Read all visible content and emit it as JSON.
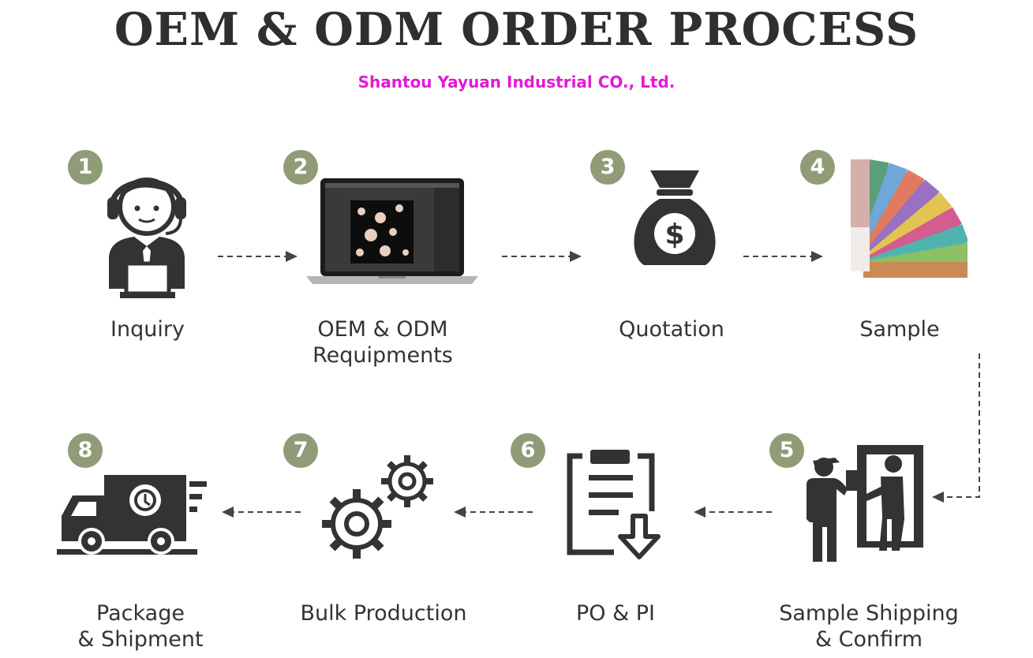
{
  "title": "OEM & ODM ORDER PROCESS",
  "subtitle": "Shantou Yayuan Industrial CO., Ltd.",
  "colors": {
    "badge": "#8f9c77",
    "subtitle": "#e21ad6",
    "icon": "#333333"
  },
  "steps": [
    {
      "number": "1",
      "label_lines": [
        "Inquiry"
      ],
      "icon": "customer-service-headset-icon"
    },
    {
      "number": "2",
      "label_lines": [
        "OEM & ODM",
        "Requipments"
      ],
      "icon": "laptop-design-icon"
    },
    {
      "number": "3",
      "label_lines": [
        "Quotation"
      ],
      "icon": "money-bag-icon"
    },
    {
      "number": "4",
      "label_lines": [
        "Sample"
      ],
      "icon": "color-swatch-fan-icon"
    },
    {
      "number": "5",
      "label_lines": [
        "Sample Shipping",
        "& Confirm"
      ],
      "icon": "delivery-person-icon"
    },
    {
      "number": "6",
      "label_lines": [
        "PO & PI"
      ],
      "icon": "clipboard-download-icon"
    },
    {
      "number": "7",
      "label_lines": [
        "Bulk Production"
      ],
      "icon": "gears-icon"
    },
    {
      "number": "8",
      "label_lines": [
        "Package",
        "& Shipment"
      ],
      "icon": "delivery-truck-icon"
    }
  ]
}
